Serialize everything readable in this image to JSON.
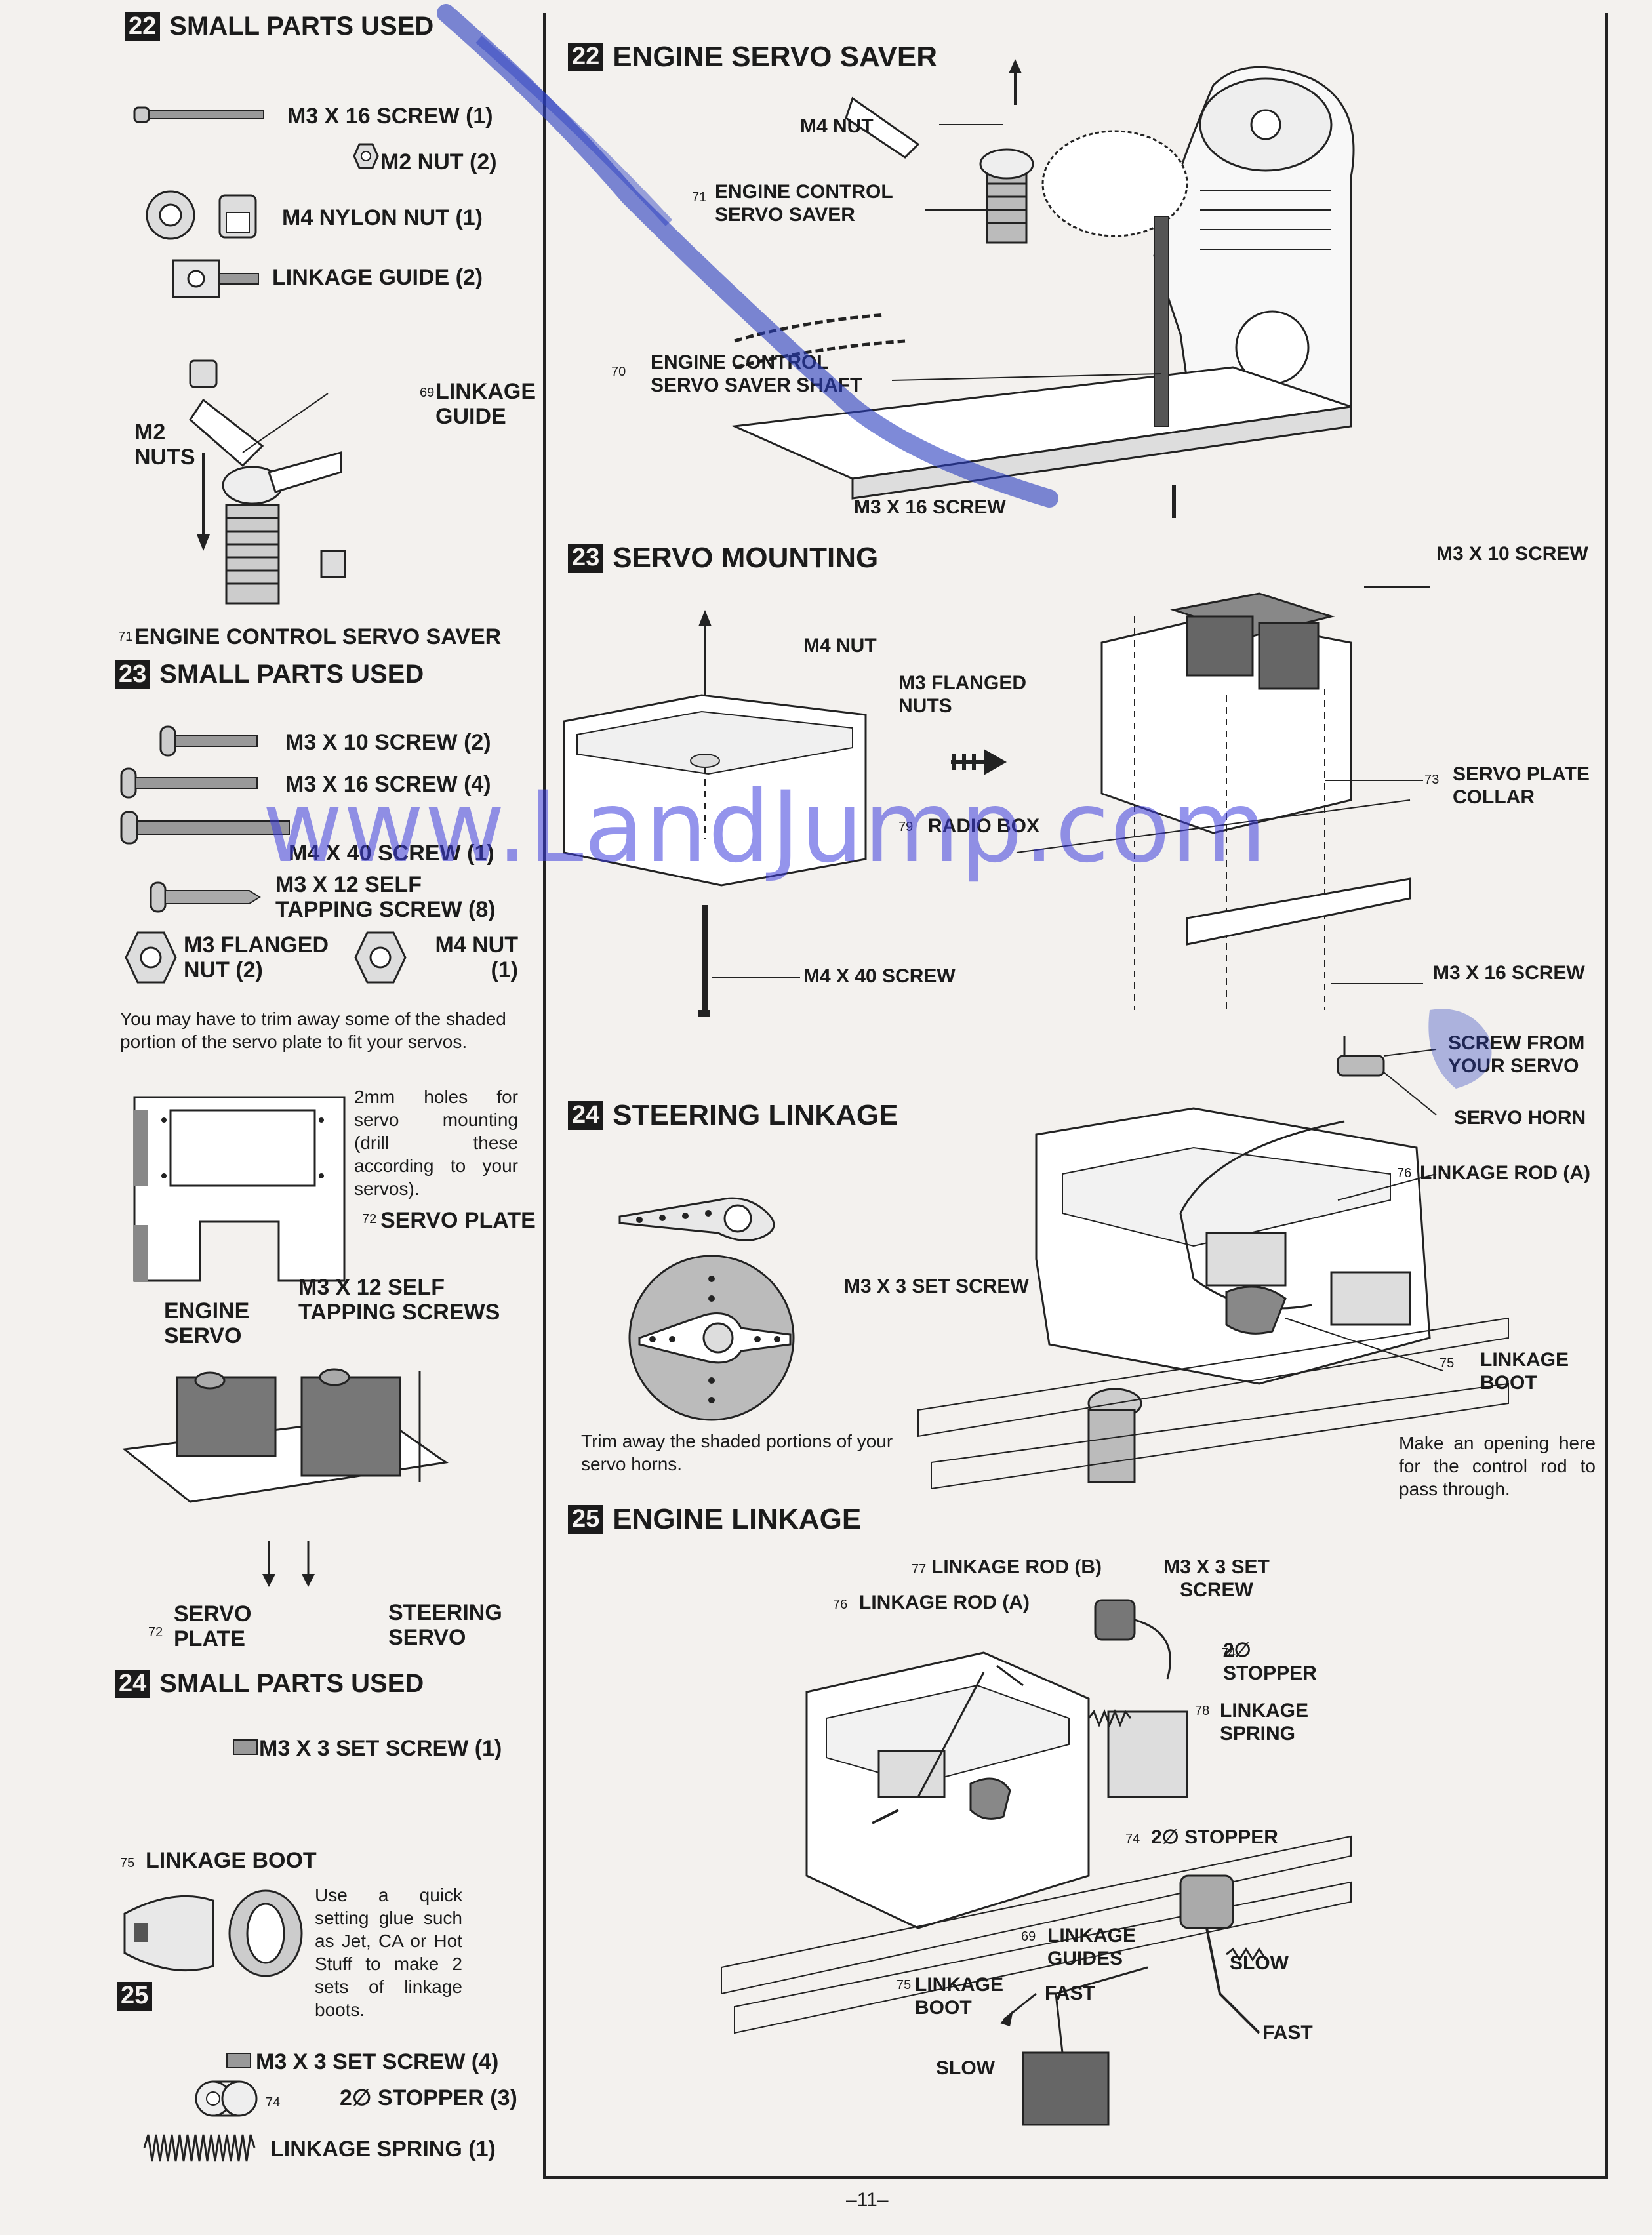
{
  "page_number": "–11–",
  "watermark": "www.LandJump.com",
  "left_column": {
    "s22_small": {
      "badge": "22",
      "title": "SMALL PARTS USED",
      "parts": [
        "M3 X 16 SCREW (1)",
        "M2 NUT (2)",
        "M4 NYLON NUT (1)",
        "LINKAGE GUIDE (2)"
      ],
      "linkage_guide_num": "69",
      "linkage_guide_label": "LINKAGE GUIDE",
      "m2_nuts_label": "M2 NUTS",
      "saver_num": "71",
      "saver_label": "ENGINE CONTROL SERVO SAVER"
    },
    "s23_small": {
      "badge": "23",
      "title": "SMALL PARTS USED",
      "parts": [
        "M3 X 10 SCREW (2)",
        "M3 X 16 SCREW (4)",
        "M4 X 40 SCREW (1)",
        "M3 X 12 SELF TAPPING SCREW (8)"
      ],
      "flanged_nut": "M3 FLANGED NUT  (2)",
      "m4_nut": "M4 NUT (1)",
      "note": "You may have to trim away some of the shaded portion of the servo plate to fit your servos.",
      "holes_note": "2mm holes for servo mounting (drill these according to your servos).",
      "plate_num": "72",
      "plate_label": "SERVO PLATE",
      "engine_servo": "ENGINE SERVO",
      "tapping": "M3 X 12 SELF TAPPING SCREWS",
      "servo_plate2": "SERVO PLATE",
      "steering_servo": "STEERING SERVO"
    },
    "s24_small": {
      "badge": "24",
      "title": "SMALL PARTS USED",
      "part": "M3 X 3 SET SCREW (1)",
      "boot_num": "75",
      "boot_label": "LINKAGE BOOT",
      "boot_note": "Use a quick setting glue such as Jet, CA or Hot Stuff to make 2 sets of linkage boots."
    },
    "s25_small": {
      "badge": "25",
      "parts": [
        "M3 X 3 SET SCREW (4)",
        "2∅ STOPPER (3)",
        "LINKAGE SPRING (1)"
      ],
      "stopper_num": "74"
    }
  },
  "right_column": {
    "s22": {
      "badge": "22",
      "title": "ENGINE SERVO SAVER",
      "m4_nut": "M4 NUT",
      "saver_num": "71",
      "saver": "ENGINE CONTROL SERVO SAVER",
      "shaft_num": "70",
      "shaft": "ENGINE CONTROL SERVO SAVER SHAFT",
      "screw": "M3 X 16 SCREW"
    },
    "s23": {
      "badge": "23",
      "title": "SERVO MOUNTING",
      "m4_nut": "M4 NUT",
      "flanged": "M3 FLANGED NUTS",
      "radio_num": "79",
      "radio": "RADIO BOX",
      "m4_screw": "M4 X 40 SCREW",
      "m3x10": "M3 X 10 SCREW",
      "collar_num": "73",
      "collar": "SERVO PLATE COLLAR",
      "m3x16": "M3 X 16 SCREW"
    },
    "s24": {
      "badge": "24",
      "title": "STEERING LINKAGE",
      "set_screw": "M3 X 3 SET SCREW",
      "trim_note": "Trim away the shaded portions of your servo horns.",
      "screw_from": "SCREW FROM YOUR SERVO",
      "horn": "SERVO HORN",
      "rod_num": "76",
      "rod": "LINKAGE ROD (A)",
      "boot_num": "75",
      "boot": "LINKAGE BOOT",
      "opening_note": "Make an opening here for the control rod to pass through."
    },
    "s25": {
      "badge": "25",
      "title": "ENGINE LINKAGE",
      "rod_b_num": "77",
      "rod_b": "LINKAGE ROD (B)",
      "set_screw": "M3 X 3 SET SCREW",
      "rod_a_num": "76",
      "rod_a": "LINKAGE ROD (A)",
      "stopper_num": "74",
      "stopper": "2∅ STOPPER",
      "spring_num": "78",
      "spring": "LINKAGE SPRING",
      "stopper2_num": "74",
      "stopper2": "2∅ STOPPER",
      "guides_num": "69",
      "guides": "LINKAGE GUIDES",
      "boot_num": "75",
      "boot": "LINKAGE BOOT",
      "fast": "FAST",
      "slow": "SLOW",
      "slow2": "SLOW",
      "fast2": "FAST"
    }
  }
}
